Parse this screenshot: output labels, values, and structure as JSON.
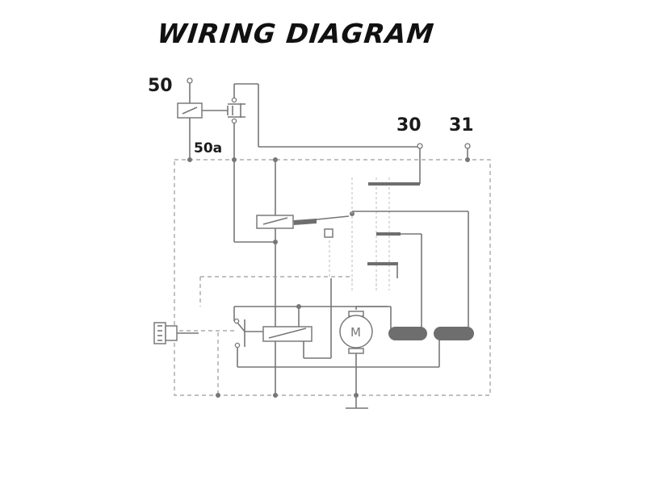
{
  "diagram": {
    "title": "WIRING DIAGRAM",
    "terminals": {
      "t50": "50",
      "t50a": "50a",
      "t30": "30",
      "t31": "31"
    },
    "motor_symbol": "M"
  },
  "colors": {
    "wire": "#777777",
    "dashed_boundary": "#9a9a9a",
    "text": "#111111",
    "background": "#ffffff"
  }
}
